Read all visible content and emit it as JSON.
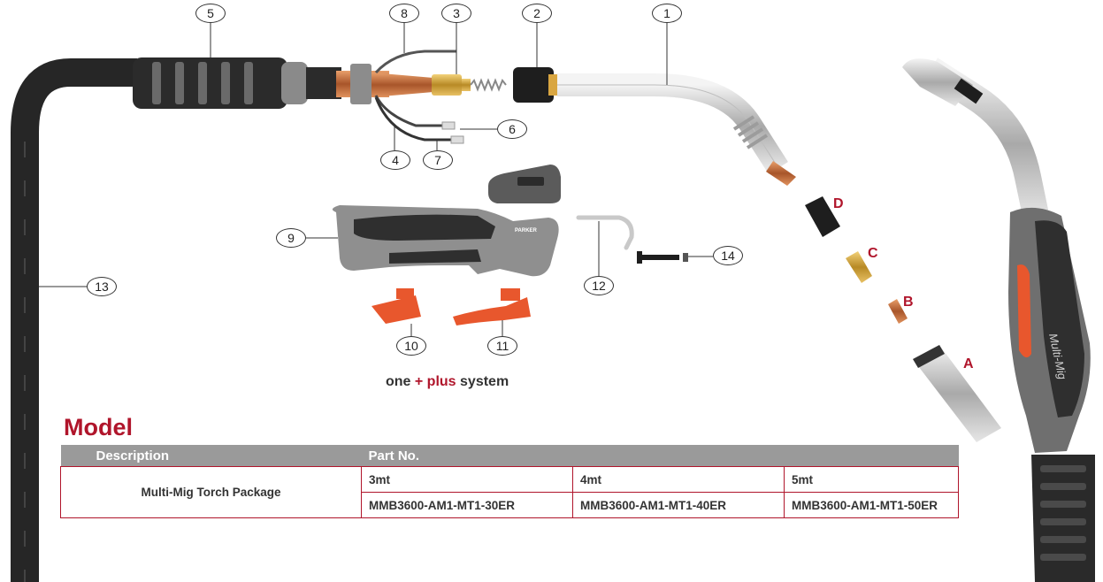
{
  "callouts": {
    "c1": "1",
    "c2": "2",
    "c3": "3",
    "c4": "4",
    "c5": "5",
    "c6": "6",
    "c7": "7",
    "c8": "8",
    "c9": "9",
    "c10": "10",
    "c11": "11",
    "c12": "12",
    "c13": "13",
    "c14": "14"
  },
  "letters": {
    "a": "A",
    "b": "B",
    "c": "C",
    "d": "D"
  },
  "handle_brand": "PARKER",
  "torch_brand": "Multi-Mig",
  "system_label": {
    "part1": "one ",
    "plus_sign": "+",
    "plus_word": " plus",
    "part2": " system"
  },
  "model": {
    "title": "Model",
    "headers": {
      "description": "Description",
      "part_no": "Part No."
    },
    "row_description": "Multi-Mig Torch Package",
    "lengths": [
      "3mt",
      "4mt",
      "5mt"
    ],
    "part_numbers": [
      "MMB3600-AM1-MT1-30ER",
      "MMB3600-AM1-MT1-40ER",
      "MMB3600-AM1-MT1-50ER"
    ]
  },
  "colors": {
    "accent": "#b0152b",
    "trigger": "#e8572d",
    "cable": "#2a2a2a",
    "header_bg": "#9a9a9a"
  }
}
